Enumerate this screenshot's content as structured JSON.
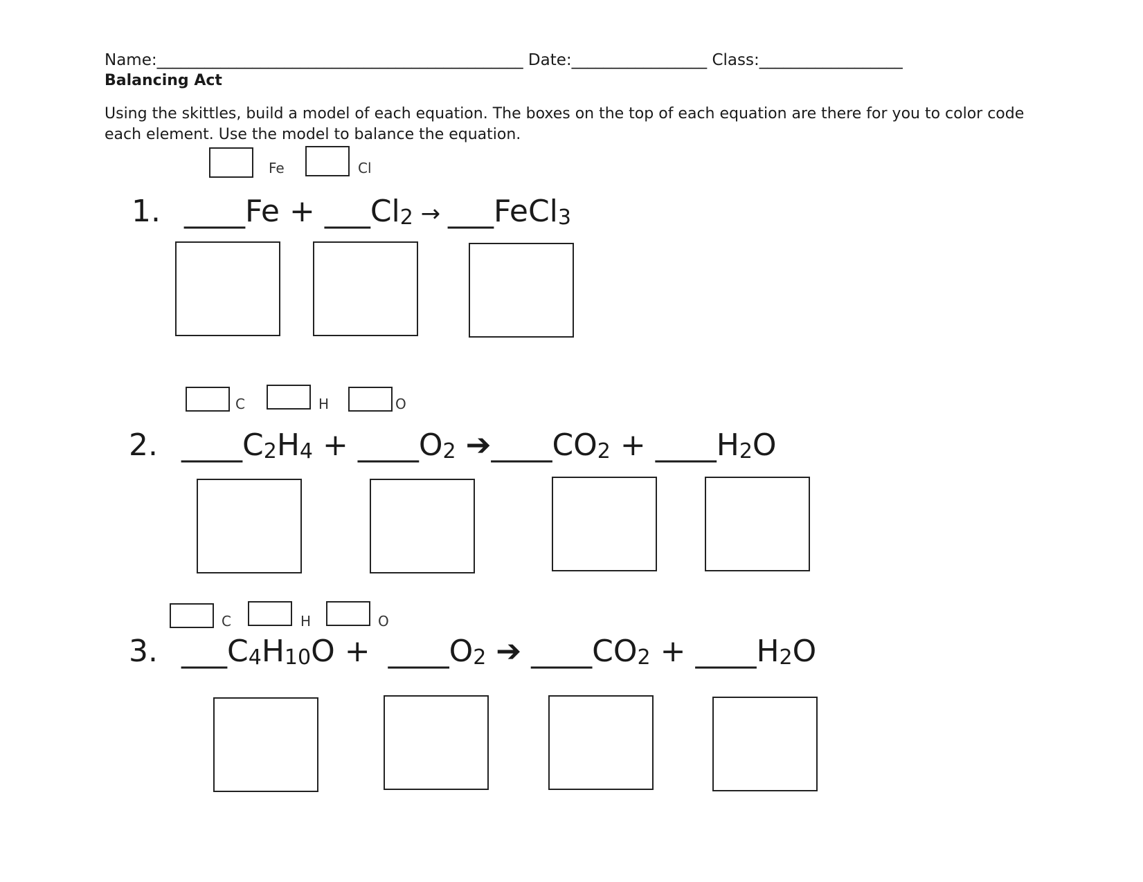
{
  "header": {
    "name_label": "Name:",
    "name_line": "______________________________________________",
    "date_label": "Date:",
    "date_line": "_________________",
    "class_label": "Class:",
    "class_line": "__________________"
  },
  "title": "Balancing Act",
  "instructions": "Using the skittles, build a model of each equation. The boxes on the top of each equation are there for you to color code each element. Use the model to balance the equation.",
  "eq1": {
    "keys": [
      "Fe",
      "Cl"
    ],
    "number": "1.",
    "blank1": "____",
    "term1": "Fe",
    "plus1": " + ",
    "blank2": "___",
    "term2a": "Cl",
    "term2sub": "2",
    "arrow": " → ",
    "blank3": "___",
    "term3a": "FeCl",
    "term3sub": "3"
  },
  "eq2": {
    "keys": [
      "C",
      "H",
      "O"
    ],
    "number": "2.",
    "blank1": "____",
    "t1a": "C",
    "t1s1": "2",
    "t1b": "H",
    "t1s2": "4",
    "plus1": " + ",
    "blank2": "____",
    "t2a": "O",
    "t2s": "2",
    "arrow": " ➔",
    "blank3": "____",
    "t3a": "CO",
    "t3s": "2",
    "plus2": " + ",
    "blank4": "____",
    "t4a": "H",
    "t4s": "2",
    "t4b": "O"
  },
  "eq3": {
    "keys": [
      "C",
      "H",
      "O"
    ],
    "number": "3.",
    "blank1": "___",
    "t1a": "C",
    "t1s1": "4",
    "t1b": "H",
    "t1s2": "10",
    "t1c": "O",
    "plus1": " + ",
    "blank2": "____",
    "t2a": "O",
    "t2s": "2",
    "arrow": " ➔ ",
    "blank3": "____",
    "t3a": "CO",
    "t3s": "2",
    "plus2": " + ",
    "blank4": "____",
    "t4a": "H",
    "t4s": "2",
    "t4b": "O"
  }
}
